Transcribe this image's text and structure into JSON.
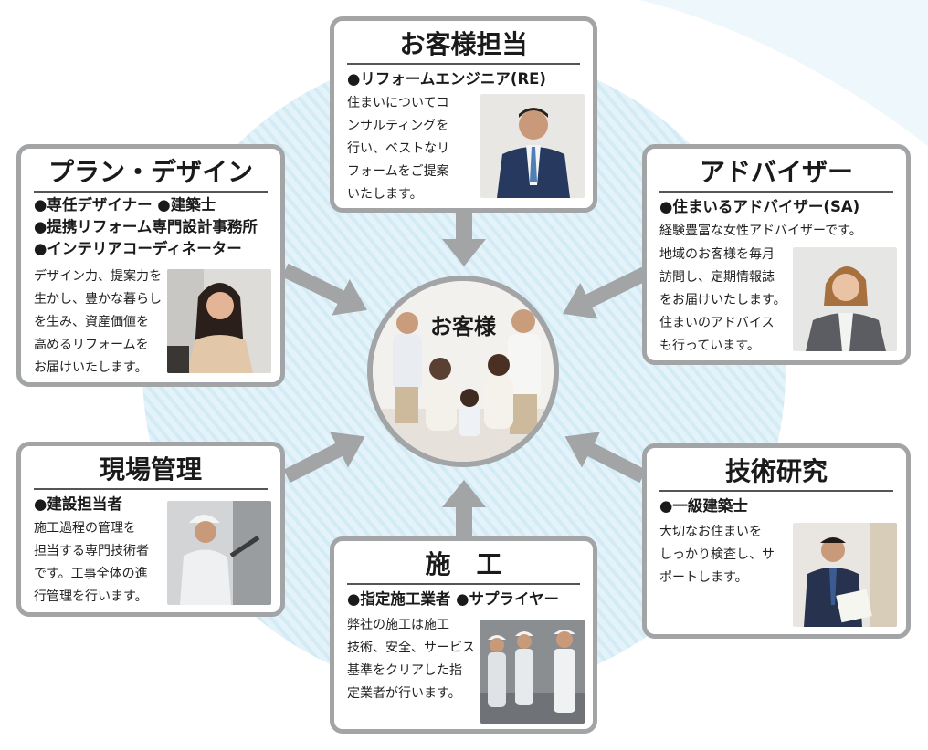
{
  "center": {
    "label": "お客様"
  },
  "cards": {
    "customer": {
      "title": "お客様担当",
      "roles": [
        "●リフォームエンジニア(RE)"
      ],
      "desc": [
        "住まいについてコ",
        "ンサルティングを",
        "行い、ベストなリ",
        "フォームをご提案",
        "いたします。"
      ]
    },
    "plan": {
      "title": "プラン・デザイン",
      "roles": [
        "●専任デザイナー ●建築士",
        "●提携リフォーム専門設計事務所",
        "●インテリアコーディネーター"
      ],
      "desc": [
        "デザイン力、提案力を",
        "生かし、豊かな暮らし",
        "を生み、資産価値を",
        "高めるリフォームを",
        "お届けいたします。"
      ]
    },
    "advisor": {
      "title": "アドバイザー",
      "roles": [
        "●住まいるアドバイザー(SA)"
      ],
      "intro": "経験豊富な女性アドバイザーです。",
      "desc": [
        "地域のお客様を毎月",
        "訪問し、定期情報誌",
        "をお届けいたします。",
        "住まいのアドバイス",
        "も行っています。"
      ]
    },
    "site": {
      "title": "現場管理",
      "roles": [
        "●建設担当者"
      ],
      "desc": [
        "施工過程の管理を",
        "担当する専門技術者",
        "です。工事全体の進",
        "行管理を行います。"
      ]
    },
    "research": {
      "title": "技術研究",
      "roles": [
        "●一級建築士"
      ],
      "desc": [
        "大切なお住まいを",
        "しっかり検査し、サ",
        "ポートします。"
      ]
    },
    "construction": {
      "title": "施　工",
      "roles": [
        "●指定施工業者 ●サプライヤー"
      ],
      "desc": [
        "弊社の施工は施工",
        "技術、安全、サービス",
        "基準をクリアした指",
        "定業者が行います。"
      ]
    }
  },
  "colors": {
    "frame": "#a2a4a6",
    "arrow": "#a2a4a6",
    "background_circle": "#dff1f8"
  }
}
